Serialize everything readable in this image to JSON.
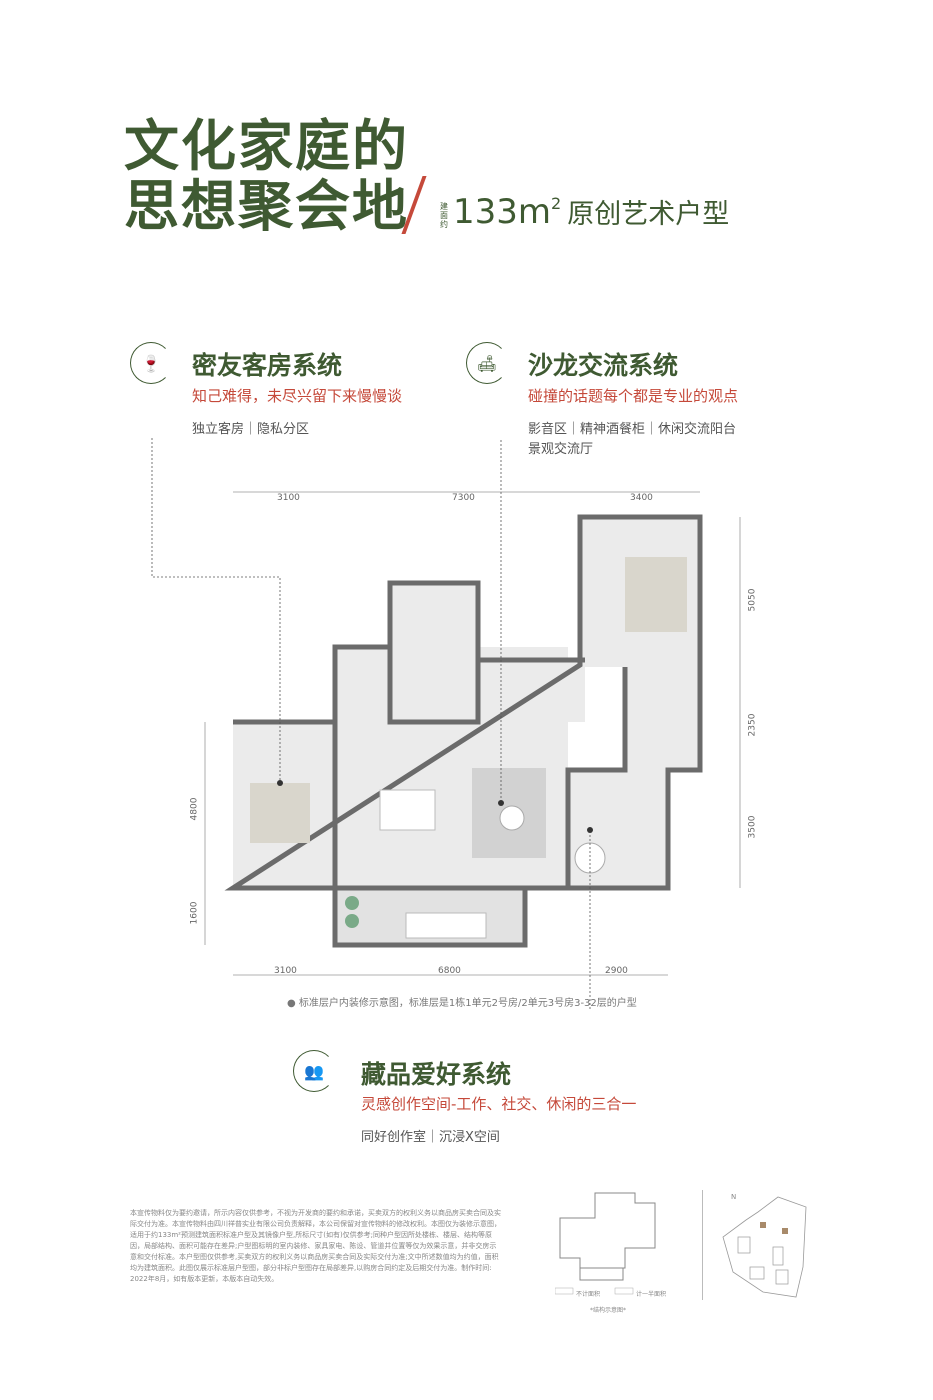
{
  "header": {
    "title_line1": "文化家庭的",
    "title_line2": "思想聚会地",
    "area_prefix": "建面约",
    "area_value": "133m",
    "area_sup": "2",
    "area_type": "原创艺术户型"
  },
  "systems": [
    {
      "icon": "wine-bottle-icon",
      "title": "密友客房系统",
      "subtitle": "知己难得，未尽兴留下来慢慢谈",
      "items": [
        "独立客房｜隐私分区"
      ]
    },
    {
      "icon": "sofa-icon",
      "title": "沙龙交流系统",
      "subtitle": "碰撞的话题每个都是专业的观点",
      "items": [
        "影音区｜精神酒餐柜｜休闲交流阳台",
        "景观交流厅"
      ]
    },
    {
      "icon": "people-icon",
      "title": "藏品爱好系统",
      "subtitle": "灵感创作空间-工作、社交、休闲的三合一",
      "items": [
        "同好创作室｜沉浸X空间"
      ]
    }
  ],
  "dimensions": {
    "top": [
      "3100",
      "7300",
      "3400"
    ],
    "right": [
      "5050",
      "2350",
      "3500"
    ],
    "left": [
      "4800",
      "1600"
    ],
    "bottom": [
      "3100",
      "6800",
      "2900"
    ]
  },
  "plan_note": "● 标准层户内装修示意图，标准层是1栋1单元2号房/2单元3号房3-32层的户型",
  "disclaimer": "本宣传物料仅为要约邀请，所示内容仅供参考，不视为开发商的要约和承诺，买卖双方的权利义务以商品房买卖合同及实际交付为准。本宣传物料由四川祥普实业有限公司负责解释，本公司保留对宣传物料的修改权利。本图仅为装修示意图，适用于约133m²预测建筑面积标准户型及其镜像户型,所标尺寸(如有)仅供参考;同种户型因所处楼栋、楼层、结构等原因，局部结构、面积可能存在差异;户型图标明的室内装修、家具家电、陈设、管道井位置等仅为效果示意，并非交房示意和交付标准。本户型图仅供参考,买卖双方的权利义务以商品房买卖合同及实际交付为准;文中所述数值均为约值，面积均为建筑面积。此图仅展示标准层户型图，部分非标户型图存在局部差异,以购房合同约定及后期交付为准。制作时间: 2022年8月，如有版本更新，本版本自动失效。",
  "structure": {
    "legend_no_area": "不计面积",
    "legend_half_area": "计一半面积",
    "caption": "*结构示意图*",
    "north": "N"
  },
  "colors": {
    "green": "#3f5a32",
    "red": "#c5493a"
  }
}
